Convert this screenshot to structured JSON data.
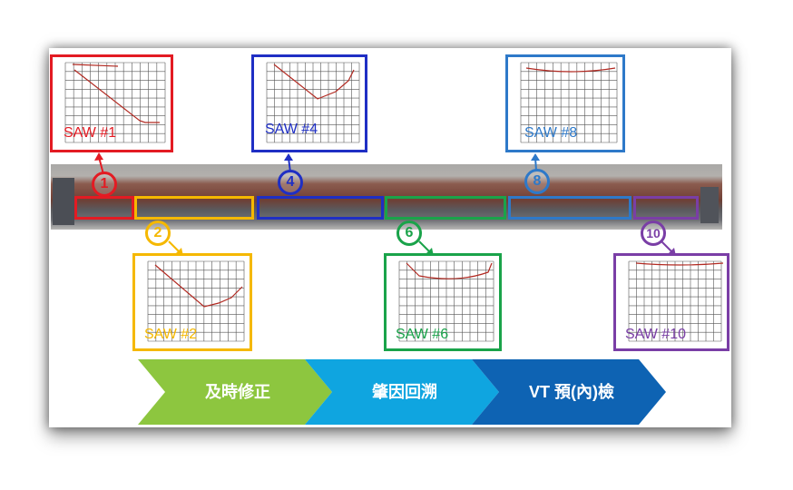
{
  "panels": [
    {
      "id": "1",
      "label": "SAW #1",
      "color": "#e31b23"
    },
    {
      "id": "2",
      "label": "SAW #2",
      "color": "#f5b800"
    },
    {
      "id": "4",
      "label": "SAW #4",
      "color": "#1f2fc4"
    },
    {
      "id": "6",
      "label": "SAW #6",
      "color": "#1aa34a"
    },
    {
      "id": "8",
      "label": "SAW #8",
      "color": "#2e79c9"
    },
    {
      "id": "10",
      "label": "SAW #10",
      "color": "#7a3ea6"
    }
  ],
  "markers": [
    "1",
    "2",
    "4",
    "6",
    "8",
    "10"
  ],
  "process": [
    {
      "label": "及時修正",
      "color": "#8dc63f"
    },
    {
      "label": "肇因回溯",
      "color": "#0fa5e0"
    },
    {
      "label": "VT 預(內)檢",
      "color": "#0e63b3"
    }
  ]
}
